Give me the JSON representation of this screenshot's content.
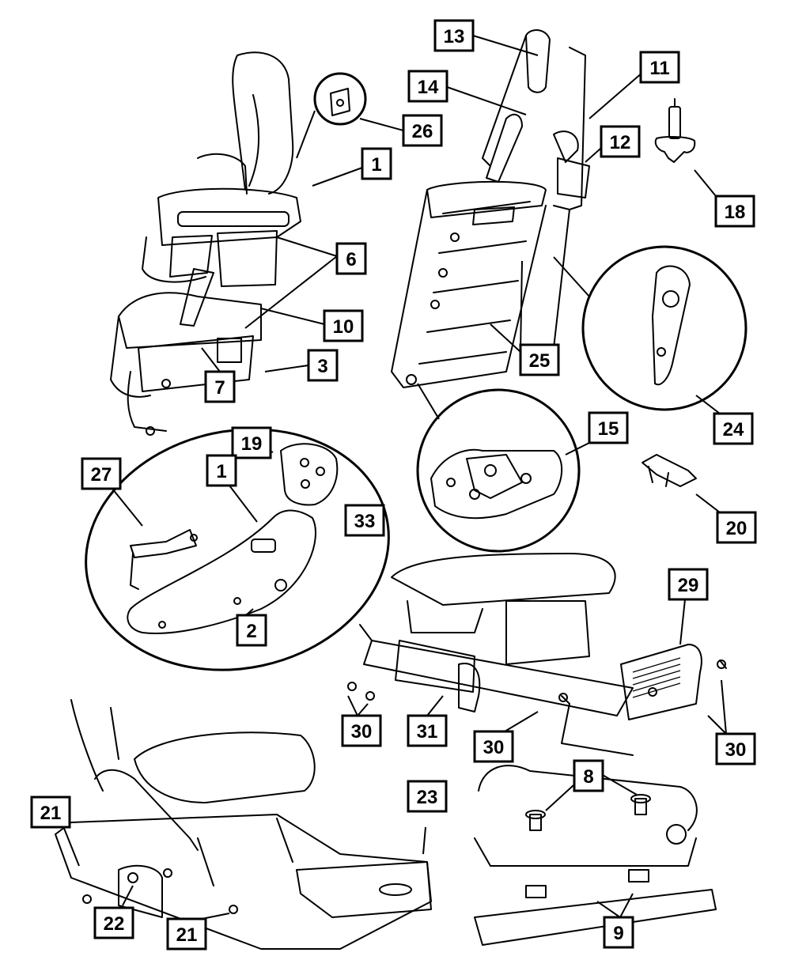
{
  "callouts": [
    {
      "id": "c13",
      "label": "13"
    },
    {
      "id": "c14",
      "label": "14"
    },
    {
      "id": "c11",
      "label": "11"
    },
    {
      "id": "c12",
      "label": "12"
    },
    {
      "id": "c18",
      "label": "18"
    },
    {
      "id": "c26",
      "label": "26"
    },
    {
      "id": "c1a",
      "label": "1"
    },
    {
      "id": "c6",
      "label": "6"
    },
    {
      "id": "c10",
      "label": "10"
    },
    {
      "id": "c3",
      "label": "3"
    },
    {
      "id": "c7",
      "label": "7"
    },
    {
      "id": "c25",
      "label": "25"
    },
    {
      "id": "c24",
      "label": "24"
    },
    {
      "id": "c15",
      "label": "15"
    },
    {
      "id": "c19",
      "label": "19"
    },
    {
      "id": "c1b",
      "label": "1"
    },
    {
      "id": "c27",
      "label": "27"
    },
    {
      "id": "c33",
      "label": "33"
    },
    {
      "id": "c2",
      "label": "2"
    },
    {
      "id": "c20",
      "label": "20"
    },
    {
      "id": "c29",
      "label": "29"
    },
    {
      "id": "c30a",
      "label": "30"
    },
    {
      "id": "c31",
      "label": "31"
    },
    {
      "id": "c30b",
      "label": "30"
    },
    {
      "id": "c30c",
      "label": "30"
    },
    {
      "id": "c8",
      "label": "8"
    },
    {
      "id": "c23",
      "label": "23"
    },
    {
      "id": "c21a",
      "label": "21"
    },
    {
      "id": "c22",
      "label": "22"
    },
    {
      "id": "c21b",
      "label": "21"
    },
    {
      "id": "c9",
      "label": "9"
    }
  ]
}
